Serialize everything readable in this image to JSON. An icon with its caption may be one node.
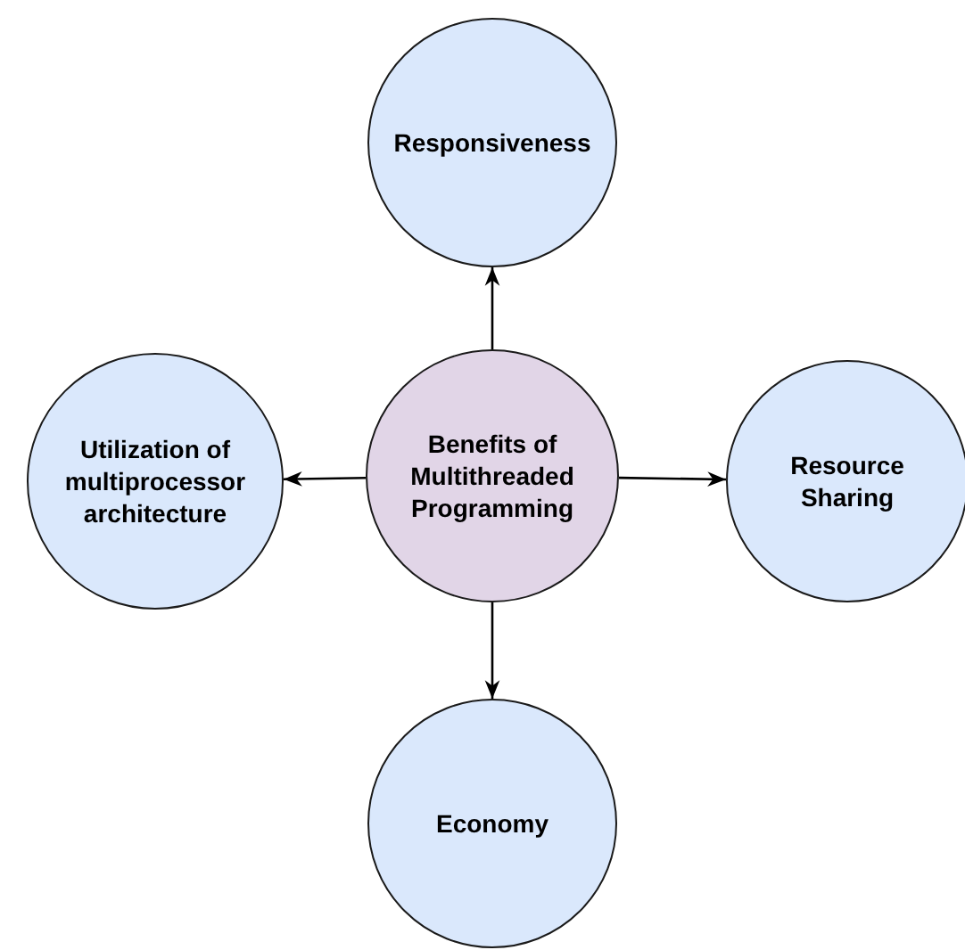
{
  "diagram": {
    "nodes": [
      {
        "text": [
          "Benefits of Multithreaded Programming"
        ]
      },
      {
        "text": [
          "Responsiveness"
        ]
      },
      {
        "text": [
          "Utilization of multiprocessor architecture"
        ]
      },
      {
        "text": [
          "Resource Sharing"
        ]
      },
      {
        "text": [
          "Economy"
        ]
      }
    ],
    "edges": [
      {
        "from": 0,
        "to": 1,
        "arrow": "to"
      },
      {
        "from": 0,
        "to": 2,
        "arrow": "to"
      },
      {
        "from": 0,
        "to": 3,
        "arrow": "to"
      },
      {
        "from": 0,
        "to": 4,
        "arrow": "to"
      }
    ]
  }
}
